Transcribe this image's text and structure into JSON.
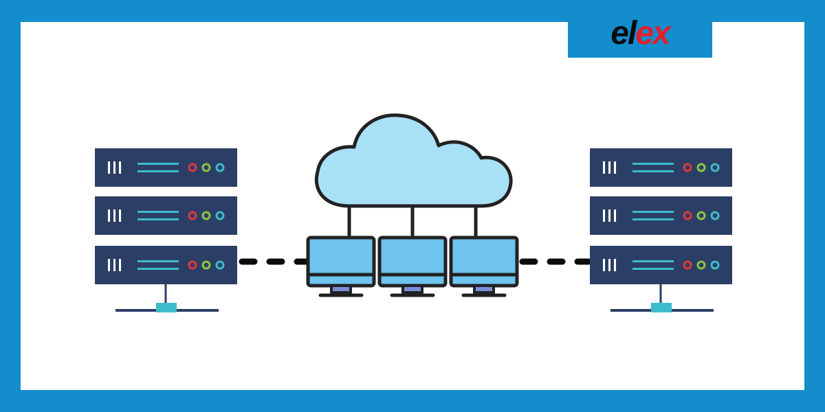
{
  "brand": {
    "logo_text": "elex",
    "logo_text_color": "#0b0b0b",
    "logo_accent_color": "#e0202f"
  },
  "colors": {
    "frame": "#138dcc",
    "panel": "#ffffff",
    "server_body": "#2b3f66",
    "server_lines": "#3dbccb",
    "led_red": "#e2373a",
    "led_green": "#8cc63f",
    "led_cyan": "#3dbccb",
    "cloud_fill": "#a8e0f6",
    "monitor_screen": "#6fc3ef",
    "monitor_stand": "#7a8ed8",
    "outline": "#222222",
    "connector": "#3dbccb",
    "base_line": "#2b3f66"
  },
  "icons": {
    "cloud": "cloud-icon",
    "server": "server-rack-icon",
    "monitor": "desktop-monitor-icon",
    "network": "network-connector-icon"
  },
  "scene": {
    "server_racks": 2,
    "units_per_rack": 3,
    "monitors": 3
  }
}
